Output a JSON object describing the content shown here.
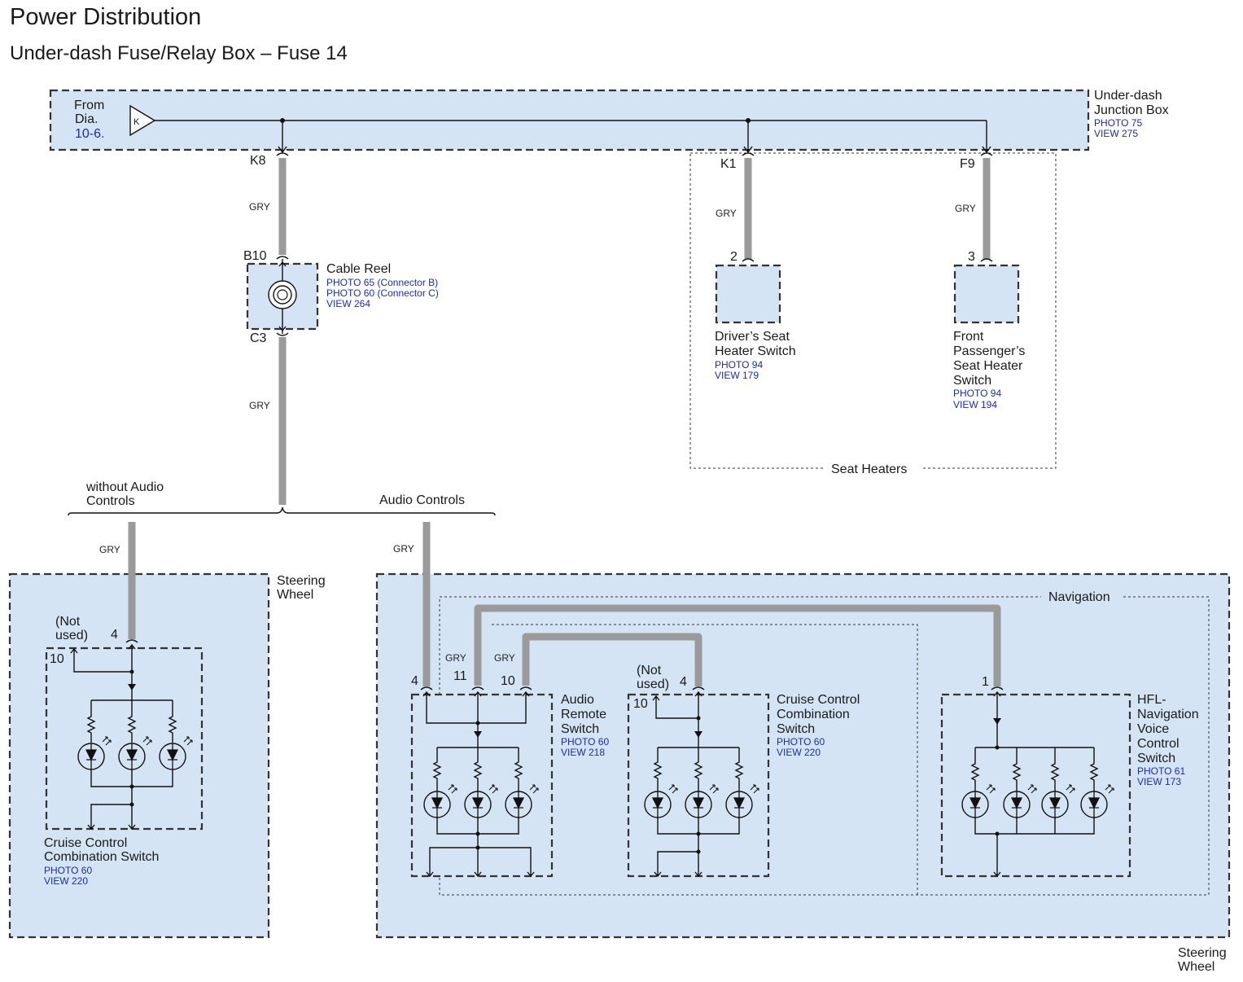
{
  "title": "Power Distribution",
  "subtitle": "Under-dash Fuse/Relay Box – Fuse 14",
  "junction_box": {
    "from_line1": "From",
    "from_line2": "Dia.",
    "from_ref": "10-6.",
    "connector_letter": "K",
    "name_line1": "Under-dash",
    "name_line2": "Junction Box",
    "photo": "PHOTO 75",
    "view": "VIEW 275"
  },
  "pins": {
    "k8": "K8",
    "k1": "K1",
    "f9": "F9",
    "b10": "B10",
    "c3": "C3",
    "drv_2": "2",
    "pass_3": "3",
    "ccl_4": "4",
    "ccl_10": "10",
    "ars_4": "4",
    "ars_11": "11",
    "ars_10": "10",
    "ccr_4": "4",
    "ccr_10": "10",
    "hfl_1": "1"
  },
  "wire_colors": {
    "k8_b10": "GRY",
    "c3_split": "GRY",
    "k1_drv": "GRY",
    "f9_pass": "GRY",
    "left_branch": "GRY",
    "right_branch": "GRY",
    "ars11": "GRY",
    "ars10": "GRY"
  },
  "cable_reel": {
    "name": "Cable Reel",
    "photo_b": "PHOTO 65 (Connector B)",
    "photo_c": "PHOTO 60 (Connector C)",
    "view": "VIEW 264"
  },
  "drivers_seat_heater": {
    "line1": "Driver’s Seat",
    "line2": "Heater Switch",
    "photo": "PHOTO 94",
    "view": "VIEW 179"
  },
  "passenger_seat_heater": {
    "line1": "Front",
    "line2": "Passenger’s",
    "line3": "Seat Heater",
    "line4": "Switch",
    "photo": "PHOTO 94",
    "view": "VIEW 194"
  },
  "seat_heaters_group": "Seat Heaters",
  "branch_without_line1": "without Audio",
  "branch_without_line2": "Controls",
  "branch_audio": "Audio Controls",
  "steering_wheel_left_1": "Steering",
  "steering_wheel_left_2": "Wheel",
  "steering_wheel_right_1": "Steering",
  "steering_wheel_right_2": "Wheel",
  "navigation_group": "Navigation",
  "not_used_1": "(Not",
  "not_used_2": "used)",
  "cruise_left": {
    "line1": "Cruise Control",
    "line2": "Combination Switch",
    "photo": "PHOTO 60",
    "view": "VIEW 220"
  },
  "audio_remote": {
    "line1": "Audio",
    "line2": "Remote",
    "line3": "Switch",
    "photo": "PHOTO 60",
    "view": "VIEW 218"
  },
  "cruise_right": {
    "line1": "Cruise Control",
    "line2": "Combination",
    "line3": "Switch",
    "photo": "PHOTO 60",
    "view": "VIEW 220"
  },
  "hfl_nav": {
    "line1": "HFL-",
    "line2": "Navigation",
    "line3": "Voice",
    "line4": "Control",
    "line5": "Switch",
    "photo": "PHOTO 61",
    "view": "VIEW 173"
  },
  "colors": {
    "box_fill": "#d4e4f4",
    "wire": "#9a9a9a",
    "ref_text": "#1c2ea3"
  }
}
